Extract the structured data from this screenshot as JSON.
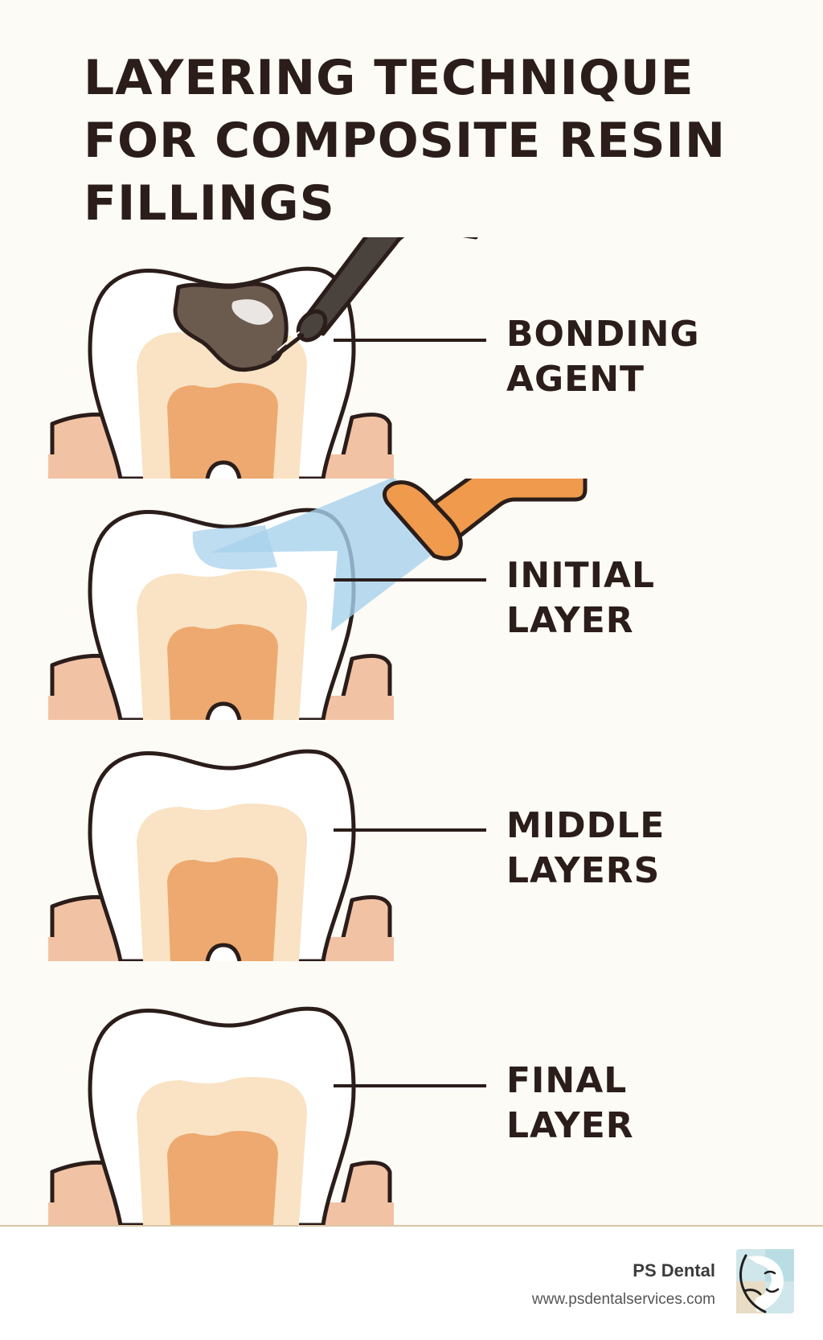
{
  "title": {
    "lines": [
      "LAYERING TECHNIQUE",
      "FOR COMPOSITE RESIN",
      "FILLINGS"
    ]
  },
  "steps": [
    {
      "lines": [
        "BONDING",
        "AGENT"
      ],
      "tool": "applicator"
    },
    {
      "lines": [
        "INITIAL",
        "LAYER"
      ],
      "tool": "curing-light"
    },
    {
      "lines": [
        "MIDDLE",
        "LAYERS"
      ],
      "tool": "none"
    },
    {
      "lines": [
        "FINAL",
        "LAYER"
      ],
      "tool": "none"
    }
  ],
  "footer": {
    "brand": "PS Dental",
    "url": "www.psdentalservices.com"
  },
  "colors": {
    "background": "#fdfbf5",
    "outline": "#2b1d1a",
    "gum": "#f2c2a4",
    "enamel": "#ffffff",
    "dentin": "#f9e3c4",
    "pulp": "#eda96f",
    "cavity": "#6b5a4e",
    "applicator": "#4a423d",
    "curing_light": "#ef9a4c",
    "light_beam": "#a8d2ec"
  }
}
